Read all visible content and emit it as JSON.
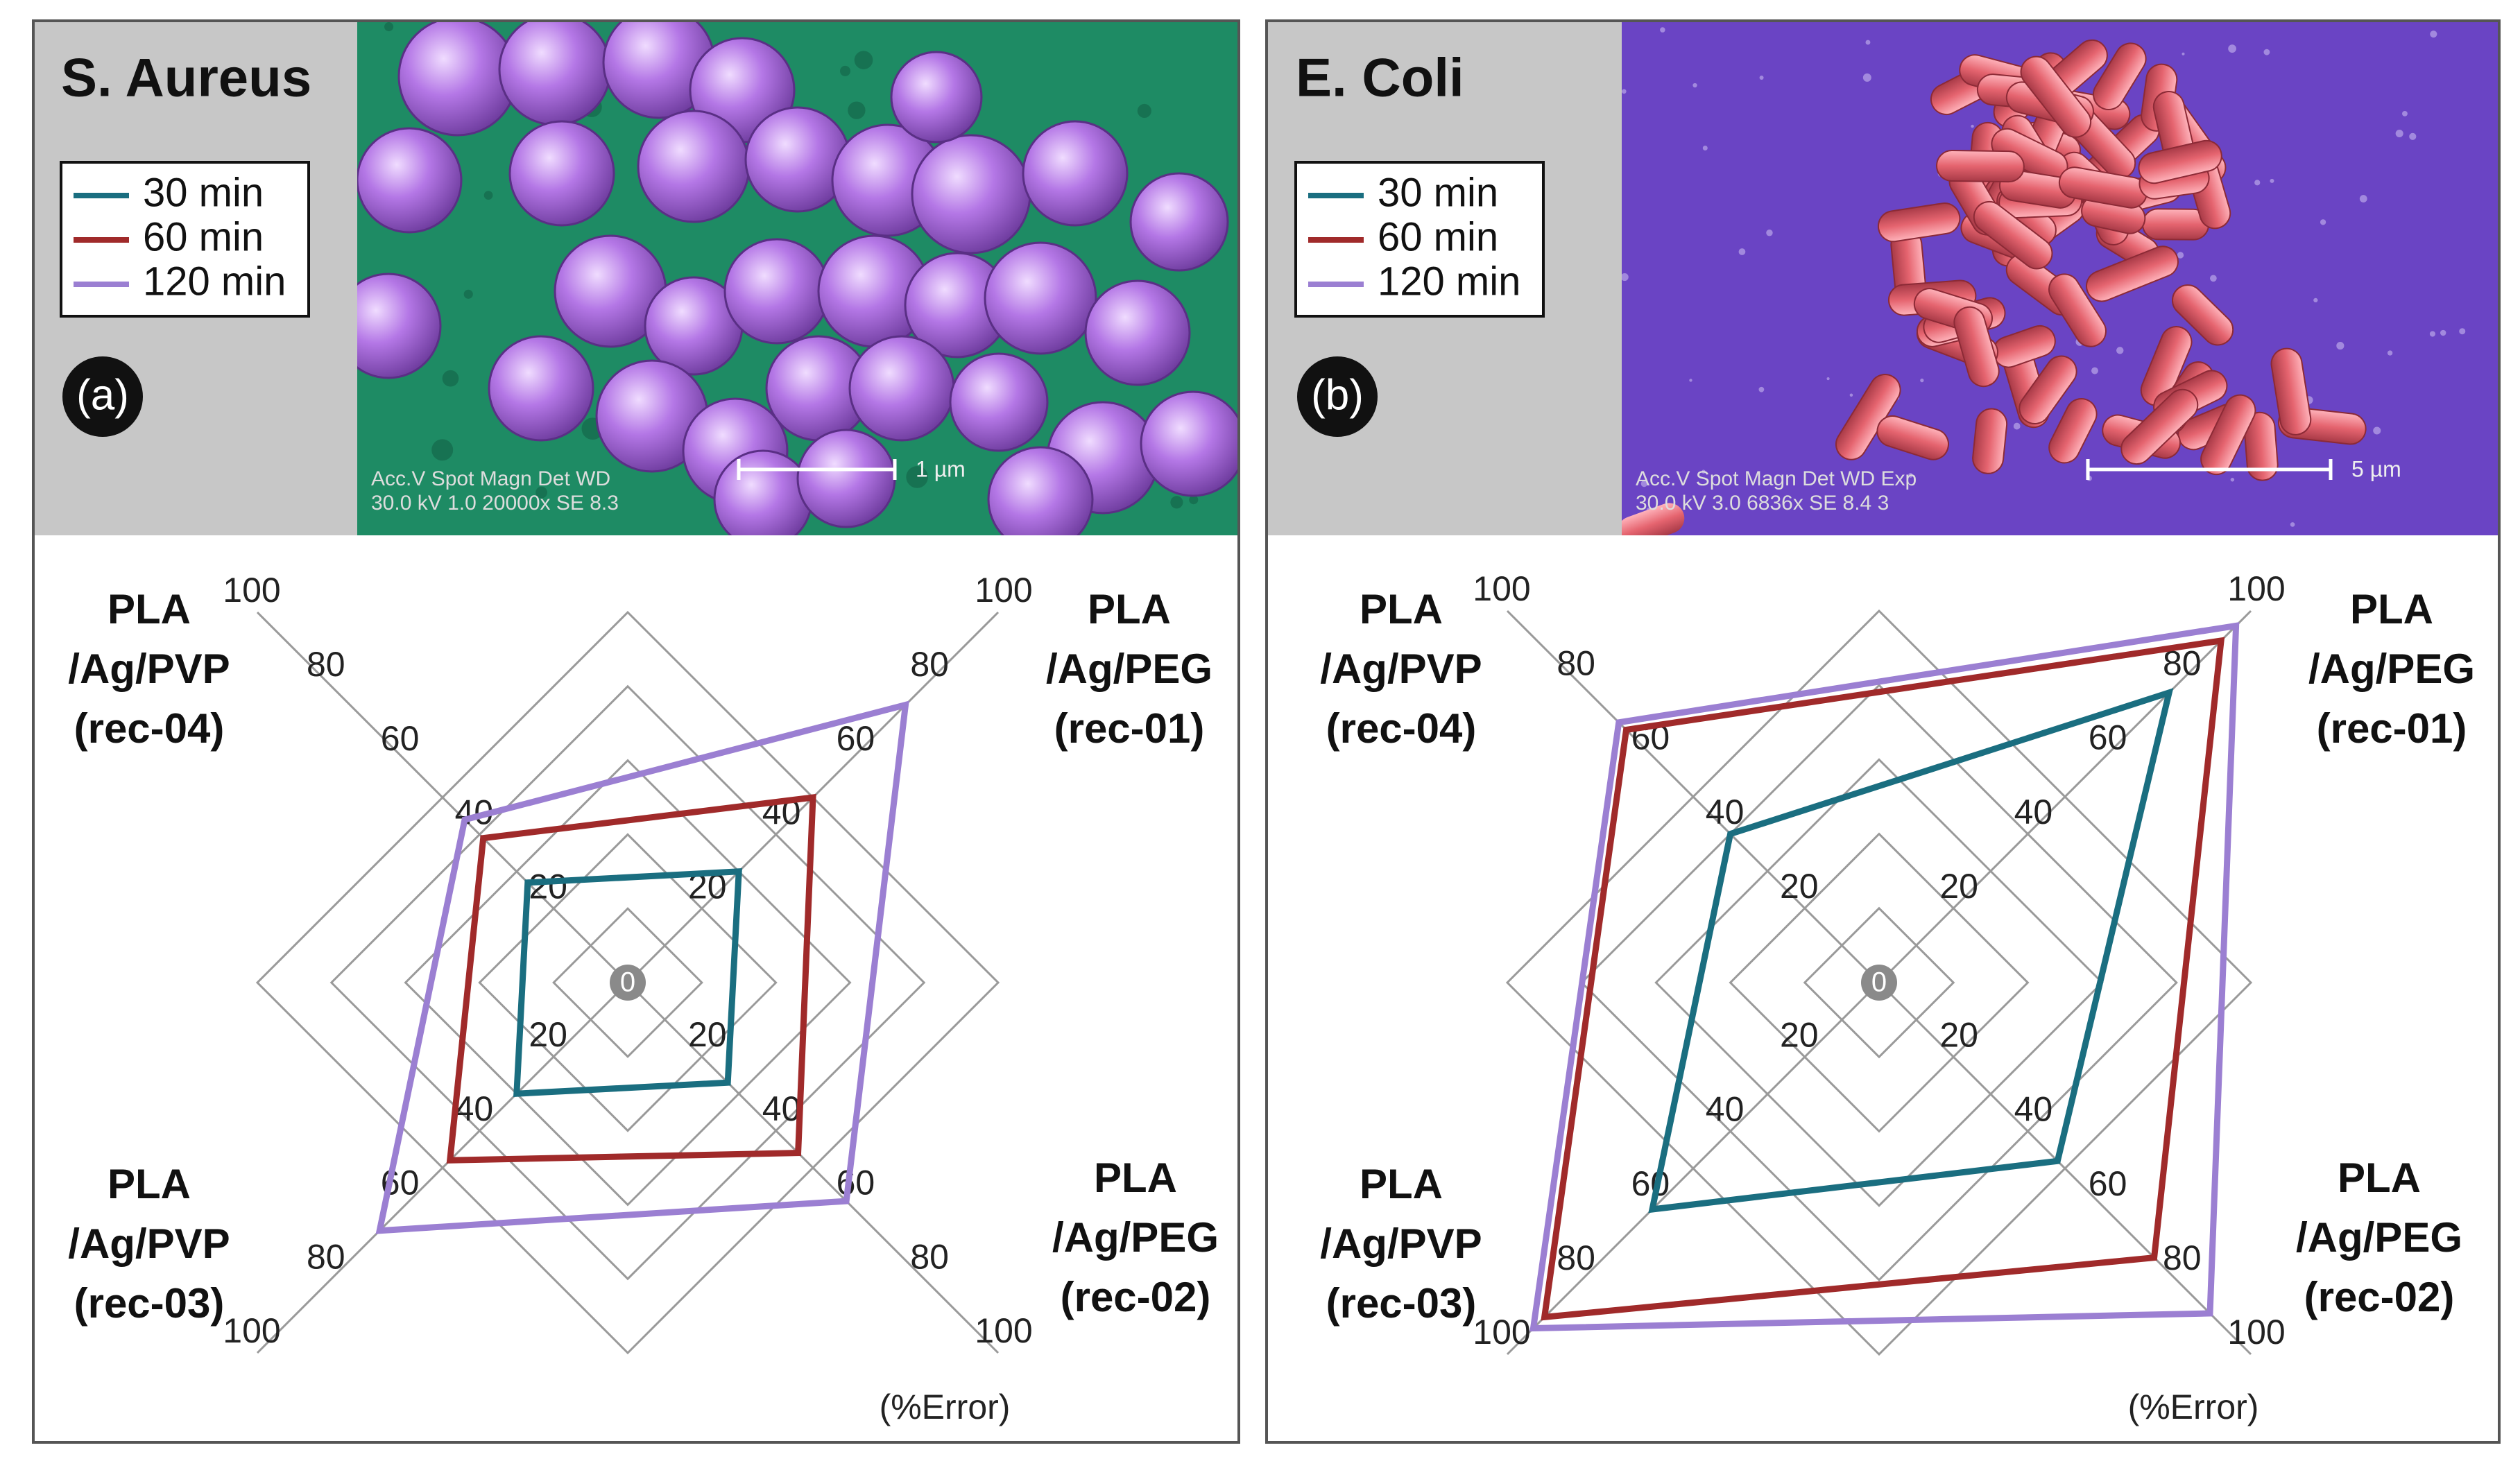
{
  "legend": {
    "items": [
      {
        "label": "30 min",
        "color": "#1a6e80"
      },
      {
        "label": "60 min",
        "color": "#a02a2a"
      },
      {
        "label": "120 min",
        "color": "#9b7fd2"
      }
    ]
  },
  "panels": [
    {
      "title": "S. Aureus",
      "letter": "(a)",
      "micrograph": {
        "kind": "cocci",
        "background": "#1e8b64",
        "cell_color": "#b477e6",
        "info_row1": "Acc.V   Spot Magn      Det   WD",
        "info_row2": "30.0 kV 1.0    20000x   SE    8.3",
        "scale_label": "1 µm"
      },
      "axis_labels": {
        "rec01": [
          "PLA",
          "/Ag/PEG",
          "(rec-01)"
        ],
        "rec02": [
          "PLA",
          "/Ag/PEG",
          "(rec-02)"
        ],
        "rec03": [
          "PLA",
          "/Ag/PVP",
          "(rec-03)"
        ],
        "rec04": [
          "PLA",
          "/Ag/PVP",
          "(rec-04)"
        ]
      },
      "unit": "(%Error)"
    },
    {
      "title": "E. Coli",
      "letter": "(b)",
      "micrograph": {
        "kind": "rods",
        "background": "#6a44c4",
        "cell_color": "#e5646f",
        "info_row1": "Acc.V   Spot  Magn     Det   WD    Exp",
        "info_row2": "30.0 kV  3.0  6836x    SE    8.4   3",
        "scale_label": "5 µm"
      },
      "axis_labels": {
        "rec01": [
          "PLA",
          "/Ag/PEG",
          "(rec-01)"
        ],
        "rec02": [
          "PLA",
          "/Ag/PEG",
          "(rec-02)"
        ],
        "rec03": [
          "PLA",
          "/Ag/PVP",
          "(rec-03)"
        ],
        "rec04": [
          "PLA",
          "/Ag/PVP",
          "(rec-04)"
        ]
      },
      "unit": "(%Error)"
    }
  ],
  "chart_data": [
    {
      "type": "radar",
      "title": "S. Aureus",
      "categories": [
        "PLA/Ag/PEG (rec-01)",
        "PLA/Ag/PEG (rec-02)",
        "PLA/Ag/PVP (rec-03)",
        "PLA/Ag/PVP (rec-04)"
      ],
      "ticks": [
        0,
        20,
        40,
        60,
        80,
        100
      ],
      "range": [
        0,
        100
      ],
      "unit": "(%Error)",
      "series": [
        {
          "name": "30 min",
          "values": [
            30,
            27,
            30,
            27
          ]
        },
        {
          "name": "60 min",
          "values": [
            50,
            46,
            48,
            39
          ]
        },
        {
          "name": "120 min",
          "values": [
            75,
            59,
            67,
            44
          ]
        }
      ]
    },
    {
      "type": "radar",
      "title": "E. Coli",
      "categories": [
        "PLA/Ag/PEG (rec-01)",
        "PLA/Ag/PEG (rec-02)",
        "PLA/Ag/PVP (rec-03)",
        "PLA/Ag/PVP (rec-04)"
      ],
      "ticks": [
        0,
        20,
        40,
        60,
        80,
        100
      ],
      "range": [
        0,
        100
      ],
      "unit": "(%Error)",
      "series": [
        {
          "name": "30 min",
          "values": [
            78,
            48,
            61,
            40
          ]
        },
        {
          "name": "60 min",
          "values": [
            92,
            74,
            90,
            68
          ]
        },
        {
          "name": "120 min",
          "values": [
            96,
            89,
            93,
            70
          ]
        }
      ]
    }
  ]
}
